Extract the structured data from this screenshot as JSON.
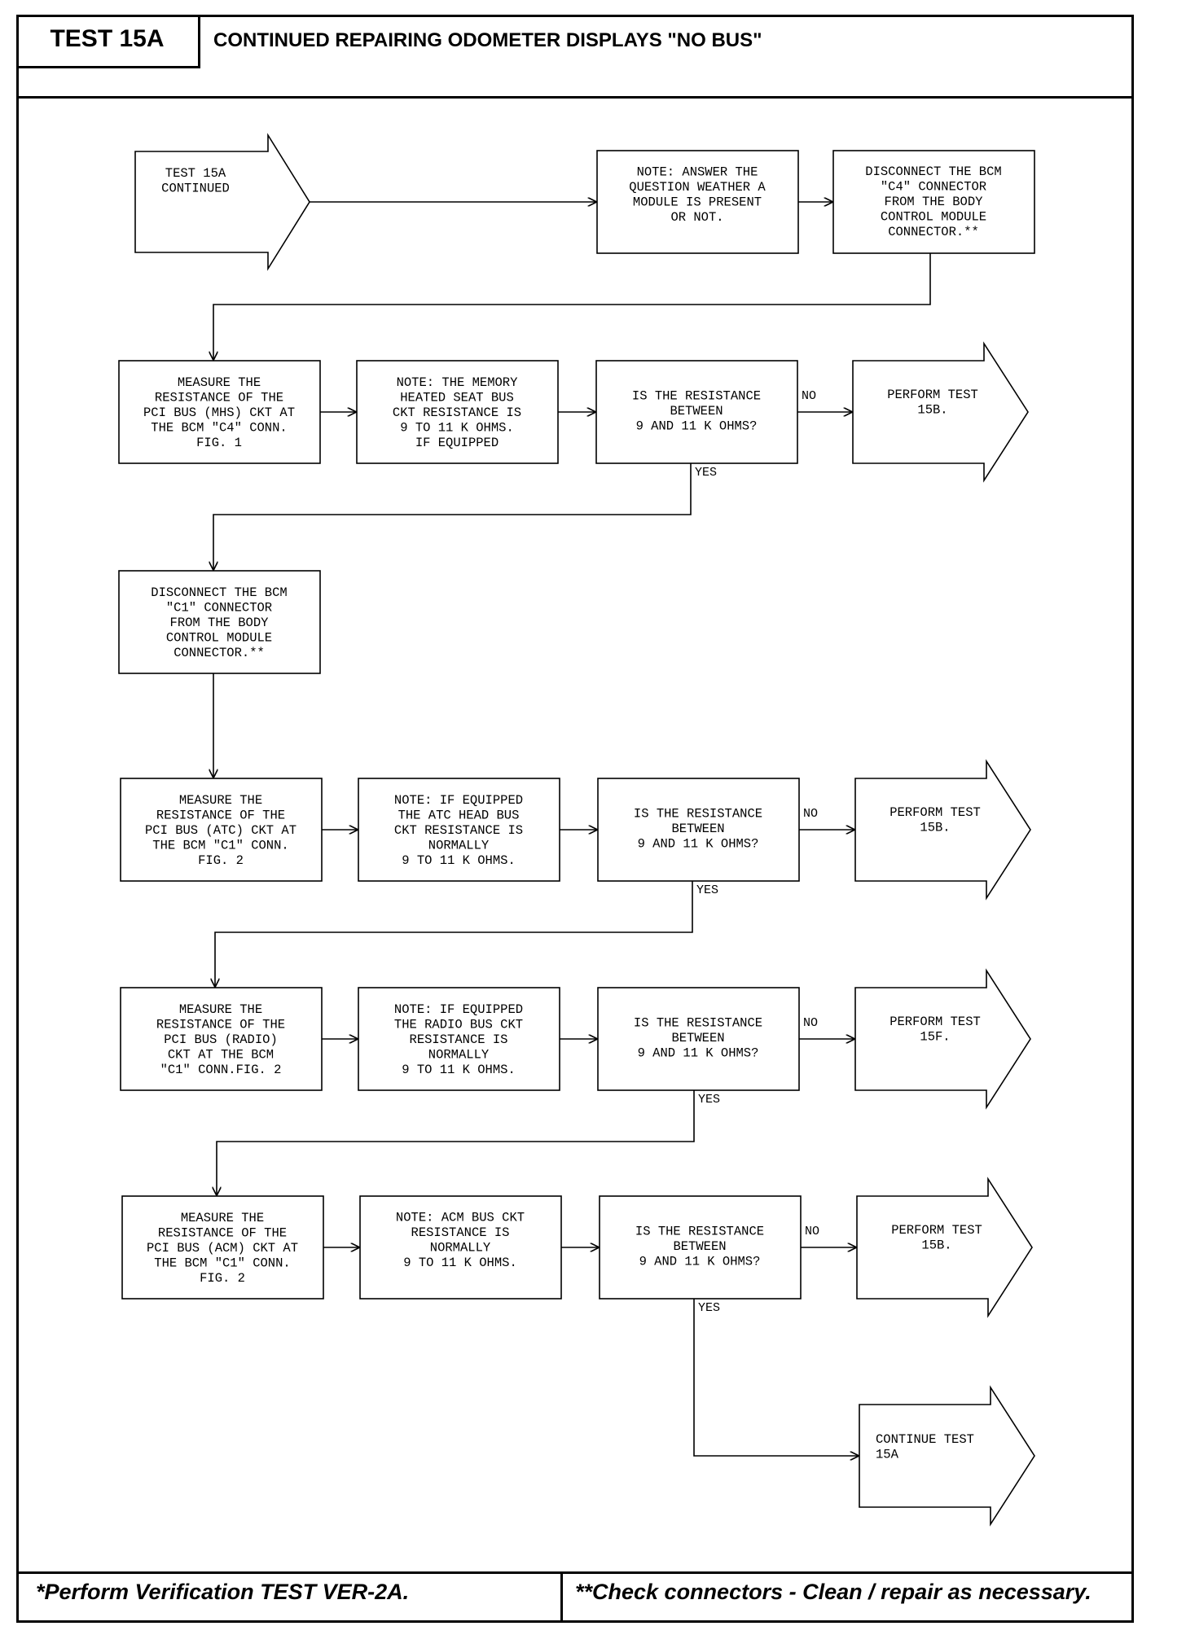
{
  "header": {
    "test_label": "TEST 15A",
    "title": "CONTINUED REPAIRING ODOMETER DISPLAYS \"NO BUS\""
  },
  "footer": {
    "left": "*Perform Verification TEST VER-2A.",
    "right": "**Check connectors - Clean / repair as necessary."
  },
  "labels": {
    "no": "NO",
    "yes": "YES"
  },
  "row1": {
    "start": [
      "TEST 15A",
      "CONTINUED"
    ],
    "note": [
      "NOTE: ANSWER THE",
      "QUESTION WEATHER A",
      "MODULE IS PRESENT",
      "OR NOT."
    ],
    "disconnect": [
      "DISCONNECT THE BCM",
      "\"C4\" CONNECTOR",
      "FROM THE BODY",
      "CONTROL MODULE",
      "CONNECTOR.**"
    ]
  },
  "row2": {
    "measure": [
      "MEASURE THE",
      "RESISTANCE OF THE",
      "PCI BUS (MHS) CKT AT",
      "THE BCM \"C4\" CONN.",
      "FIG. 1"
    ],
    "note": [
      "NOTE: THE MEMORY",
      "HEATED SEAT BUS",
      "CKT RESISTANCE IS",
      "9 TO 11 K OHMS.",
      "IF EQUIPPED"
    ],
    "question": [
      "IS THE RESISTANCE",
      "BETWEEN",
      "9 AND 11 K OHMS?"
    ],
    "result": [
      "PERFORM TEST",
      "15B."
    ]
  },
  "row3": {
    "disconnect": [
      "DISCONNECT THE BCM",
      "\"C1\" CONNECTOR",
      "FROM THE BODY",
      "CONTROL MODULE",
      "CONNECTOR.**"
    ]
  },
  "row4": {
    "measure": [
      "MEASURE THE",
      "RESISTANCE OF THE",
      "PCI BUS (ATC) CKT AT",
      "THE BCM \"C1\" CONN.",
      "FIG. 2"
    ],
    "note": [
      "NOTE: IF EQUIPPED",
      "THE ATC HEAD BUS",
      "CKT RESISTANCE IS",
      "NORMALLY",
      "9 TO 11 K OHMS."
    ],
    "question": [
      "IS THE RESISTANCE",
      "BETWEEN",
      "9 AND 11 K OHMS?"
    ],
    "result": [
      "PERFORM TEST",
      "15B."
    ]
  },
  "row5": {
    "measure": [
      "MEASURE THE",
      "RESISTANCE OF THE",
      "PCI BUS (RADIO)",
      "CKT AT THE BCM",
      "\"C1\" CONN.FIG. 2"
    ],
    "note": [
      "NOTE: IF EQUIPPED",
      "THE RADIO BUS CKT",
      "RESISTANCE IS",
      "NORMALLY",
      "9 TO 11 K OHMS."
    ],
    "question": [
      "IS THE RESISTANCE",
      "BETWEEN",
      "9 AND 11 K OHMS?"
    ],
    "result": [
      "PERFORM TEST",
      "15F."
    ]
  },
  "row6": {
    "measure": [
      "MEASURE THE",
      "RESISTANCE OF THE",
      "PCI BUS (ACM) CKT AT",
      "THE BCM \"C1\" CONN.",
      "FIG. 2"
    ],
    "note": [
      "NOTE: ACM BUS CKT",
      "RESISTANCE IS",
      "NORMALLY",
      "9 TO 11 K OHMS."
    ],
    "question": [
      "IS THE RESISTANCE",
      "BETWEEN",
      "9 AND 11 K OHMS?"
    ],
    "result": [
      "PERFORM TEST",
      "15B."
    ]
  },
  "end": {
    "continue": [
      "CONTINUE TEST",
      "15A"
    ]
  }
}
